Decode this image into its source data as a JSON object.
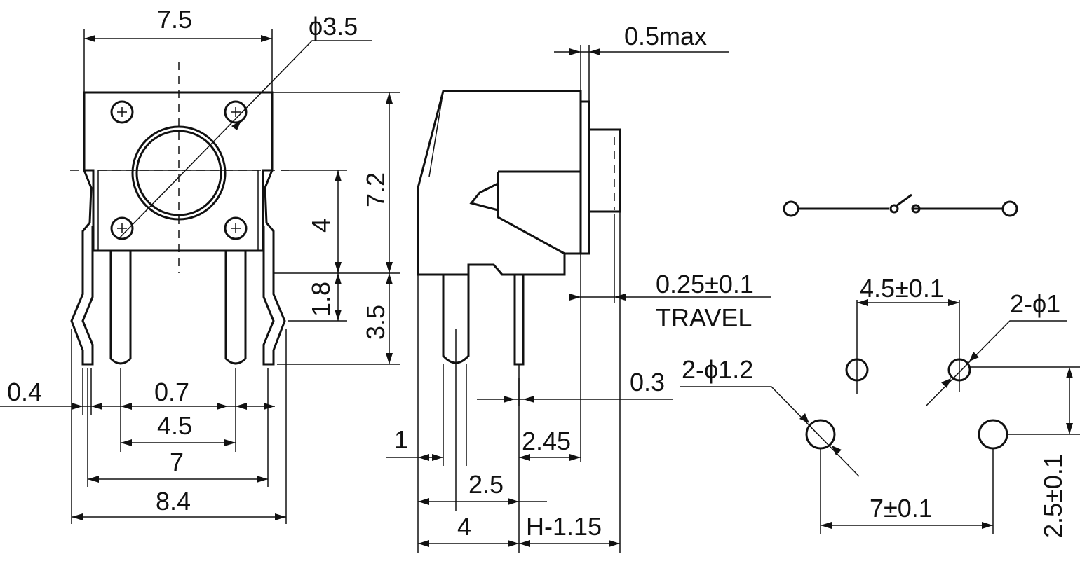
{
  "front_view": {
    "width_top": "7.5",
    "knob_diameter": "ϕ3.5",
    "height_total": "7.2",
    "height_body": "4",
    "dim_1_8": "1.8",
    "dim_3_5": "3.5",
    "pin_width": "0.4",
    "pin_width_2": "0.7",
    "pin_spacing": "4.5",
    "outer_pin_spacing": "7",
    "overall_width": "8.4"
  },
  "side_view": {
    "protrusion_max": "0.5max",
    "travel_value": "0.25±0.1",
    "travel_label": "TRAVEL",
    "pin_thickness": "0.3",
    "dim_1": "1",
    "dim_2_45": "2.45",
    "dim_2_5": "2.5",
    "dim_4": "4",
    "dim_h": "H-1.15"
  },
  "pcb_layout": {
    "spacing_top": "4.5±0.1",
    "hole_small": "2-ϕ1",
    "hole_large": "2-ϕ1.2",
    "spacing_bottom": "7±0.1",
    "spacing_vertical": "2.5±0.1"
  },
  "schematic": {
    "symbol": "switch-symbol"
  }
}
